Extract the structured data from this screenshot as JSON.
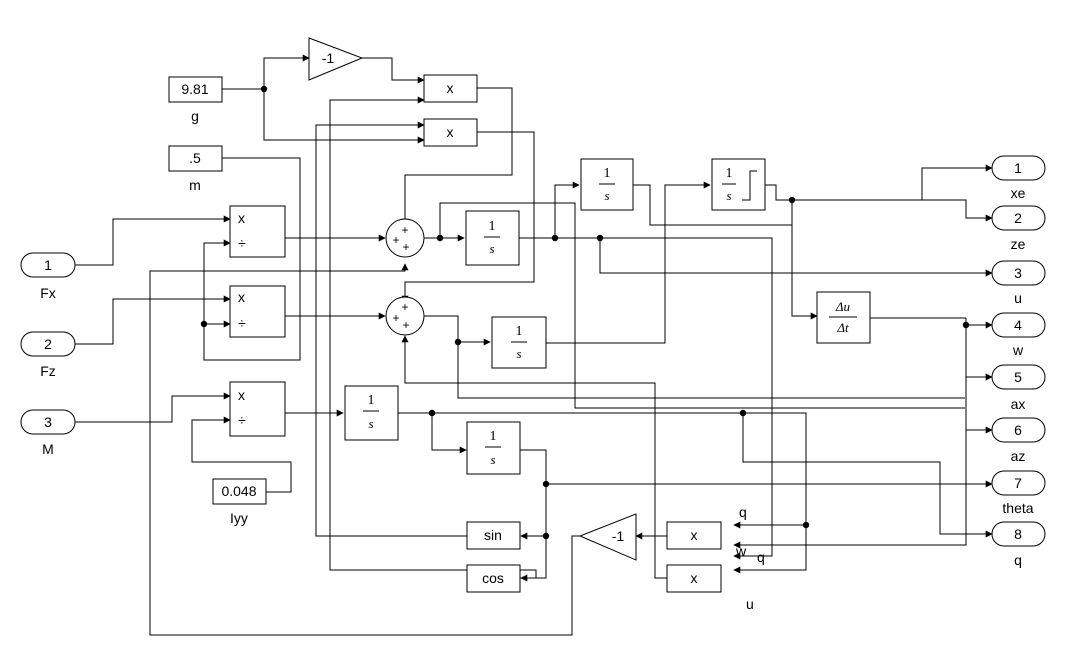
{
  "inports": [
    {
      "num": "1",
      "label": "Fx"
    },
    {
      "num": "2",
      "label": "Fz"
    },
    {
      "num": "3",
      "label": "M"
    }
  ],
  "outports": [
    {
      "num": "1",
      "label": "xe"
    },
    {
      "num": "2",
      "label": "ze"
    },
    {
      "num": "3",
      "label": "u"
    },
    {
      "num": "4",
      "label": "w"
    },
    {
      "num": "5",
      "label": "ax"
    },
    {
      "num": "6",
      "label": "az"
    },
    {
      "num": "7",
      "label": "theta"
    },
    {
      "num": "8",
      "label": "q"
    }
  ],
  "constants": {
    "g": {
      "value": "9.81",
      "label": "g"
    },
    "m": {
      "value": ".5",
      "label": "m"
    },
    "iyy": {
      "value": "0.048",
      "label": "Iyy"
    }
  },
  "gain_label": "-1",
  "product": {
    "mul": "x",
    "div": "÷"
  },
  "integrator": {
    "num": "1",
    "den": "s"
  },
  "derivative": {
    "num": "Δu",
    "den": "Δt"
  },
  "trig": {
    "sin": "sin",
    "cos": "cos"
  },
  "sum_sign": "+",
  "signal_labels": {
    "q1": "q",
    "w": "w",
    "q2": "q",
    "u": "u"
  }
}
